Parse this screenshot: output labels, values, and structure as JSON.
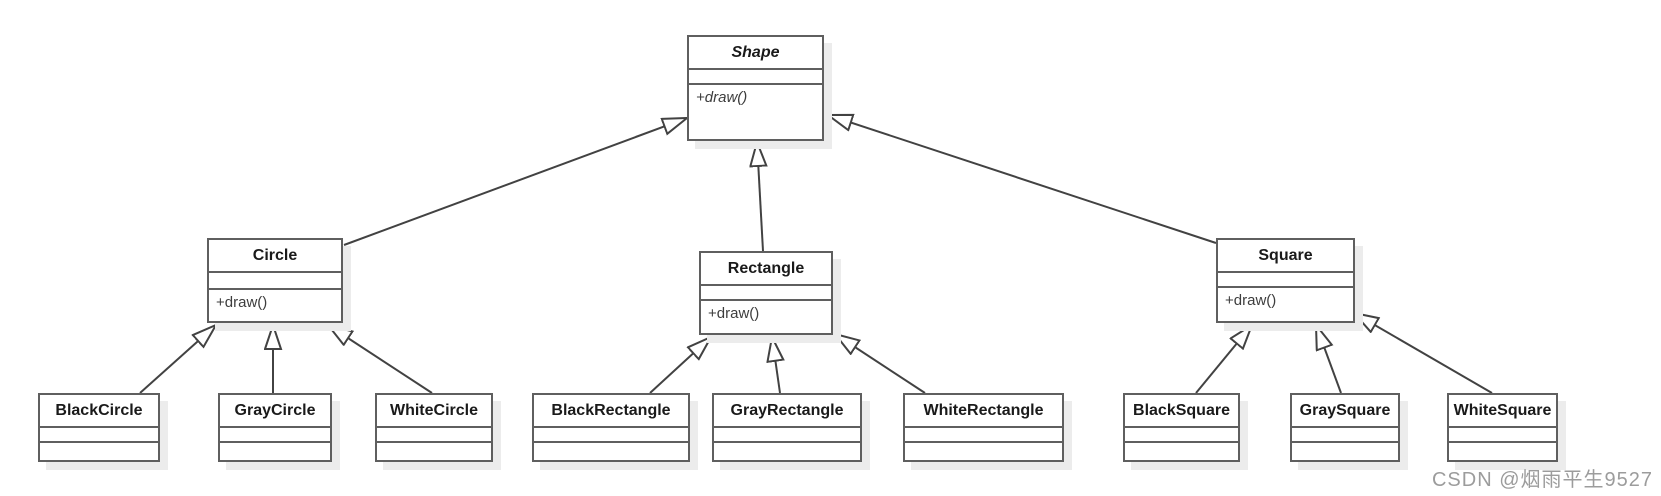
{
  "classes": {
    "shape": {
      "name": "Shape",
      "abstract": true,
      "methods": [
        "+draw()"
      ]
    },
    "circle": {
      "name": "Circle",
      "methods": [
        "+draw()"
      ]
    },
    "rectangle": {
      "name": "Rectangle",
      "methods": [
        "+draw()"
      ]
    },
    "square": {
      "name": "Square",
      "methods": [
        "+draw()"
      ]
    },
    "black_circle": {
      "name": "BlackCircle"
    },
    "gray_circle": {
      "name": "GrayCircle"
    },
    "white_circle": {
      "name": "WhiteCircle"
    },
    "black_rectangle": {
      "name": "BlackRectangle"
    },
    "gray_rectangle": {
      "name": "GrayRectangle"
    },
    "white_rectangle": {
      "name": "WhiteRectangle"
    },
    "black_square": {
      "name": "BlackSquare"
    },
    "gray_square": {
      "name": "GraySquare"
    },
    "white_square": {
      "name": "WhiteSquare"
    }
  },
  "relationships": [
    {
      "from": "Circle",
      "to": "Shape",
      "type": "generalization"
    },
    {
      "from": "Rectangle",
      "to": "Shape",
      "type": "generalization"
    },
    {
      "from": "Square",
      "to": "Shape",
      "type": "generalization"
    },
    {
      "from": "BlackCircle",
      "to": "Circle",
      "type": "generalization"
    },
    {
      "from": "GrayCircle",
      "to": "Circle",
      "type": "generalization"
    },
    {
      "from": "WhiteCircle",
      "to": "Circle",
      "type": "generalization"
    },
    {
      "from": "BlackRectangle",
      "to": "Rectangle",
      "type": "generalization"
    },
    {
      "from": "GrayRectangle",
      "to": "Rectangle",
      "type": "generalization"
    },
    {
      "from": "WhiteRectangle",
      "to": "Rectangle",
      "type": "generalization"
    },
    {
      "from": "BlackSquare",
      "to": "Square",
      "type": "generalization"
    },
    {
      "from": "GraySquare",
      "to": "Square",
      "type": "generalization"
    },
    {
      "from": "WhiteSquare",
      "to": "Square",
      "type": "generalization"
    }
  ],
  "watermark": {
    "text": "CSDN @烟雨平生9527",
    "color": "#9c9c9c"
  },
  "colors": {
    "background": "#ffffff",
    "box_border": "#5f5f5f",
    "connector_line": "#424242",
    "shadow": "#ececec",
    "title_text": "#1a1a1a",
    "method_text": "#3d3d3d"
  }
}
